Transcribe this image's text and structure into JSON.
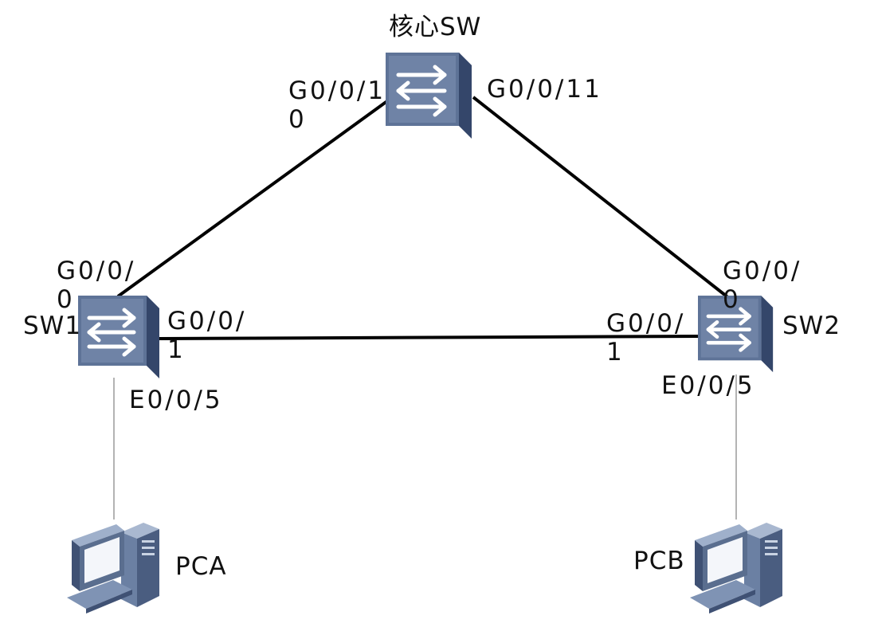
{
  "diagram": {
    "devices": {
      "core_switch": {
        "name": "核心SW",
        "port_left": "G0/0/1\n0",
        "port_right": "G0/0/11"
      },
      "sw1": {
        "name": "SW1",
        "port_uplink": "G0/0/\n0",
        "port_link": "G0/0/\n1",
        "port_access": "E0/0/5"
      },
      "sw2": {
        "name": "SW2",
        "port_uplink": "G0/0/\n0",
        "port_link": "G0/0/\n1",
        "port_access": "E0/0/5"
      },
      "pca": {
        "name": "PCA"
      },
      "pcb": {
        "name": "PCB"
      }
    },
    "colors": {
      "trunk_link": "#000000",
      "access_link": "#9a9a9a",
      "switch_body": "#4f6383",
      "switch_face": "#6d7fa0",
      "pc_body": "#5a6e8f"
    }
  }
}
